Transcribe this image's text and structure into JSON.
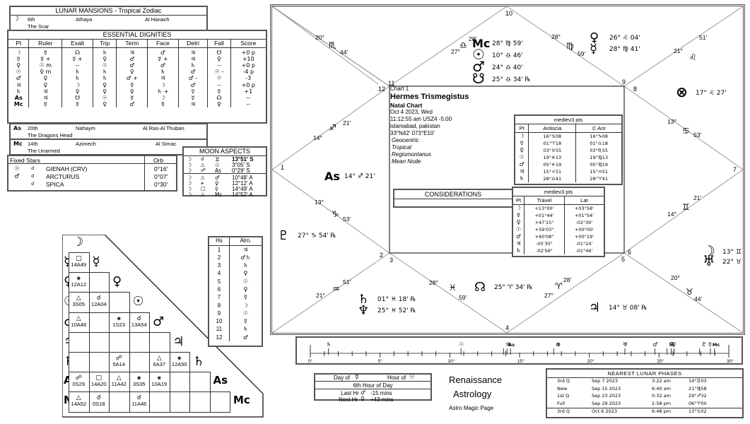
{
  "lunar_mansions": {
    "title": "LUNAR MANSIONS - Tropical Zodiac",
    "rows": [
      {
        "glyph": "☽",
        "num": "6th",
        "name": "Athaya",
        "star": "Al Hanach",
        "desc": "The Scar"
      },
      {
        "glyph": "As",
        "num": "20th",
        "name": "Nahaym",
        "star": "Al Ras-Al Thuban",
        "desc": "The Dragons Head"
      },
      {
        "glyph": "Mc",
        "num": "14th",
        "name": "Azimech",
        "star": "Al Simac",
        "desc": "The Unarmed"
      }
    ]
  },
  "essential_dignities": {
    "title": "ESSENTIAL DIGNITIES",
    "headers": [
      "Pt",
      "Ruler",
      "Exalt",
      "Trip",
      "Term",
      "Face",
      "Detri",
      "Fall",
      "Score"
    ],
    "rows": [
      [
        "☽",
        "☿",
        "☊",
        "♄",
        "♃",
        "♂",
        "♃",
        "☋",
        "+0 p"
      ],
      [
        "☿",
        "☿ +",
        "☿ +",
        "♀",
        "♂",
        "☿ +",
        "♃",
        "♀",
        "+10"
      ],
      [
        "♀",
        "☉ m",
        "--",
        "☉",
        "♂",
        "♂",
        "♄",
        "--",
        "+0 p"
      ],
      [
        "☉",
        "♀ m",
        "♄",
        "♄",
        "♀",
        "♄",
        "♂",
        "☉ -",
        "-4 p"
      ],
      [
        "♂",
        "♀",
        "♄",
        "♄",
        "♂ +",
        "♃",
        "♂ -",
        "☉",
        "-3"
      ],
      [
        "♃",
        "♀",
        "☽",
        "♀",
        "☿",
        "☽",
        "♂",
        "--",
        "+0 p"
      ],
      [
        "♄",
        "♃",
        "♀",
        "♀",
        "♀",
        "♄ +",
        "☿",
        "☿",
        "+1"
      ],
      [
        "As",
        "♃",
        "☋",
        "☉",
        "☿",
        "☽",
        "☿",
        "☊",
        "--"
      ],
      [
        "Mc",
        "☿",
        "☿",
        "♀",
        "♂",
        "☿",
        "♃",
        "♀",
        "--"
      ]
    ]
  },
  "fixed_stars": {
    "title": "Fixed Stars",
    "orb_label": "Orb",
    "rows": [
      {
        "planet": "☉",
        "aspect": "☌",
        "star": "GIENAH (CRV)",
        "orb": "0°16'"
      },
      {
        "planet": "♂",
        "aspect": "☌",
        "star": "ARCTURUS",
        "orb": "0°07'"
      },
      {
        "planet": "",
        "aspect": "☌",
        "star": "SPICA",
        "orb": "0°30'"
      }
    ]
  },
  "moon_aspects": {
    "title": "MOON ASPECTS",
    "rows": [
      {
        "p1": "☽",
        "asp": "☌",
        "p2": "♊",
        "val": "13°51' S",
        "bold": true
      },
      {
        "p1": "☽",
        "asp": "△",
        "p2": "☉",
        "val": "3°05' S"
      },
      {
        "p1": "☽",
        "asp": "☍",
        "p2": "As",
        "val": "0°29' S"
      },
      {
        "p1": "☽",
        "asp": "△",
        "p2": "♂",
        "val": "10°48' A"
      },
      {
        "p1": "☽",
        "asp": "⚹",
        "p2": "♀",
        "val": "12°12' A"
      },
      {
        "p1": "☽",
        "asp": "□",
        "p2": "☿",
        "val": "14°49' A"
      },
      {
        "p1": "☽",
        "asp": "△",
        "p2": "Mc",
        "val": "14°52' A"
      }
    ]
  },
  "aspect_grid": {
    "planets": [
      "☽",
      "☿",
      "♀",
      "☉",
      "♂",
      "♃",
      "♄",
      "As",
      "Mc"
    ],
    "cells": [
      {
        "r": 1,
        "c": 0,
        "asp": "□",
        "val": "14A49"
      },
      {
        "r": 2,
        "c": 0,
        "asp": "⚹",
        "val": "12A12"
      },
      {
        "r": 3,
        "c": 0,
        "asp": "△",
        "val": "3S05"
      },
      {
        "r": 3,
        "c": 1,
        "asp": "☌",
        "val": "12A04"
      },
      {
        "r": 4,
        "c": 0,
        "asp": "△",
        "val": "10A48"
      },
      {
        "r": 4,
        "c": 2,
        "asp": "⚹",
        "val": "1S23"
      },
      {
        "r": 4,
        "c": 3,
        "asp": "☌",
        "val": "13A54"
      },
      {
        "r": 6,
        "c": 2,
        "asp": "☍",
        "val": "5A14"
      },
      {
        "r": 6,
        "c": 4,
        "asp": "△",
        "val": "6A37"
      },
      {
        "r": 6,
        "c": 5,
        "asp": "⚹",
        "val": "12A50"
      },
      {
        "r": 7,
        "c": 0,
        "asp": "☍",
        "val": "0S29"
      },
      {
        "r": 7,
        "c": 1,
        "asp": "□",
        "val": "14A20"
      },
      {
        "r": 7,
        "c": 2,
        "asp": "△",
        "val": "11A42"
      },
      {
        "r": 7,
        "c": 3,
        "asp": "⚹",
        "val": "3S35"
      },
      {
        "r": 7,
        "c": 4,
        "asp": "⚹",
        "val": "10A19"
      },
      {
        "r": 8,
        "c": 0,
        "asp": "△",
        "val": "14A52"
      },
      {
        "r": 8,
        "c": 1,
        "asp": "☌",
        "val": "0S18"
      },
      {
        "r": 8,
        "c": 3,
        "asp": "☌",
        "val": "11A46"
      }
    ]
  },
  "almutens": {
    "headers": [
      "Hs",
      "Alm."
    ],
    "rows": [
      [
        "1",
        "♃"
      ],
      [
        "2",
        "♂♄"
      ],
      [
        "3",
        "♄"
      ],
      [
        "4",
        "♀"
      ],
      [
        "5",
        "☉"
      ],
      [
        "6",
        "♀"
      ],
      [
        "7",
        "☿"
      ],
      [
        "8",
        "☽"
      ],
      [
        "9",
        "☉"
      ],
      [
        "10",
        "☿"
      ],
      [
        "11",
        "♄"
      ],
      [
        "12",
        "♂"
      ]
    ]
  },
  "chart_info": {
    "chart_label": "Chart 1",
    "name": "Hermes Trismegistus",
    "type": "Natal Chart",
    "date": "Oct 4 2023, Wed",
    "time": "11:12:55 am  USZ4 -5:00",
    "place": "islamabad, pakistan",
    "coords": "33°N42' 073°E10'",
    "options": [
      "Geocentric",
      "Tropical",
      "Regiomontanus",
      "Mean Node"
    ]
  },
  "considerations": {
    "title": "CONSIDERATIONS",
    "text": ""
  },
  "antiscia": {
    "title": "mediev3 pts",
    "headers": [
      "Pt",
      "Antiscia",
      "C Ant"
    ],
    "rows": [
      [
        "☽",
        "16°♋08",
        "16°♑08"
      ],
      [
        "☿",
        "01°♈18",
        "01°♎18"
      ],
      [
        "♀",
        "03°♉55",
        "03°♏55"
      ],
      [
        "☉",
        "19°♓13",
        "19°♍13"
      ],
      [
        "♂",
        "05°♓19",
        "05°♍19"
      ],
      [
        "♃",
        "15°♌51",
        "15°♒51"
      ],
      [
        "♄",
        "28°♎41",
        "28°♈41"
      ]
    ]
  },
  "travel": {
    "title": "mediev3 pts",
    "headers": [
      "Pt",
      "Travel",
      "Lat"
    ],
    "rows": [
      [
        "☽",
        "+13°00'",
        "+03°58'"
      ],
      [
        "☿",
        "+01°44'",
        "+01°54'"
      ],
      [
        "♀",
        "+47'15\"",
        "-02°30'"
      ],
      [
        "☉",
        "+59'03\"",
        "+00°00'"
      ],
      [
        "♂",
        "+40'08\"",
        "+00°19'"
      ],
      [
        "♃",
        "-05'35\"",
        "-01°24'"
      ],
      [
        "♄",
        "-02'56\"",
        "-01°46'"
      ]
    ]
  },
  "house_chart": {
    "house_numbers": [
      "1",
      "2",
      "3",
      "4",
      "5",
      "6",
      "7",
      "8",
      "9",
      "10",
      "11",
      "12"
    ],
    "cusps": [
      {
        "deg": "14°",
        "sign": "♐",
        "min": "21'"
      },
      {
        "deg": "13°",
        "sign": "♑",
        "min": "53'"
      },
      {
        "deg": "21°",
        "sign": "♒",
        "min": "51'"
      },
      {
        "deg": "28°",
        "sign": "♓",
        "min": "59'"
      },
      {
        "deg": "27°",
        "sign": "♈",
        "min": "28'"
      },
      {
        "deg": "20°",
        "sign": "♉",
        "min": "44'"
      },
      {
        "deg": "14°",
        "sign": "♊",
        "min": "21'"
      },
      {
        "deg": "13°",
        "sign": "♋",
        "min": "53'"
      },
      {
        "deg": "21°",
        "sign": "♌",
        "min": "51'"
      },
      {
        "deg": "28°",
        "sign": "♍",
        "min": "59'"
      },
      {
        "deg": "27°",
        "sign": "♎",
        "min": "28'"
      },
      {
        "deg": "20°",
        "sign": "♏",
        "min": "44'"
      }
    ],
    "placements": {
      "mc_group": [
        {
          "glyph": "Mc",
          "text": "28°  ♍  59'"
        },
        {
          "glyph": "☉",
          "text": "10°  ♎  46'"
        },
        {
          "glyph": "♂",
          "text": "24°  ♎  40'"
        },
        {
          "glyph": "☋",
          "text": "25°  ♎  34'  ℞"
        }
      ],
      "venus_group": [
        {
          "glyph": "♀",
          "text": "26°  ♌  04'"
        },
        {
          "glyph": "☿",
          "text": "28°  ♍  41'"
        }
      ],
      "fortune": {
        "glyph": "⊗",
        "text": "17°  ♌  27'"
      },
      "asc": {
        "glyph": "As",
        "text": "14°  ♐  21'"
      },
      "pluto": {
        "glyph": "♇",
        "text": "27°  ♑  54'  ℞"
      },
      "moon_group": [
        {
          "glyph": "☽",
          "text": "13°  ♊  51'"
        },
        {
          "glyph": "♅",
          "text": "22°  ♉  33'  ℞"
        }
      ],
      "saturn_group": [
        {
          "glyph": "♄",
          "text": "01°  ♓  18'  ℞"
        },
        {
          "glyph": "♆",
          "text": "25°  ♓  52'  ℞"
        }
      ],
      "node": {
        "glyph": "☊",
        "text": "25°  ♈  34'  ℞"
      },
      "jupiter": {
        "glyph": "♃",
        "text": "14°  ♉  08'  ℞"
      }
    }
  },
  "degree_ruler": {
    "ticks": [
      "0°",
      "5°",
      "10°",
      "15°",
      "20°",
      "25°",
      "30°"
    ],
    "markers": [
      {
        "glyph": "♄",
        "deg": 1.3
      },
      {
        "glyph": "☉",
        "deg": 10.8
      },
      {
        "glyph": "☽",
        "deg": 13.85
      },
      {
        "glyph": "♃",
        "deg": 14.1
      },
      {
        "glyph": "As",
        "deg": 14.35
      },
      {
        "glyph": "⊗",
        "deg": 17.45
      },
      {
        "glyph": "♅",
        "deg": 22.55
      },
      {
        "glyph": "♂",
        "deg": 24.7
      },
      {
        "glyph": "☊",
        "deg": 25.57
      },
      {
        "glyph": "♆",
        "deg": 25.87
      },
      {
        "glyph": "♀",
        "deg": 26.07
      },
      {
        "glyph": "♇",
        "deg": 27.9
      },
      {
        "glyph": "☿",
        "deg": 28.68
      },
      {
        "glyph": "Mc",
        "deg": 28.98
      }
    ]
  },
  "planetary_hours": {
    "day_of_label": "Day of",
    "day_of_glyph": "☿",
    "hour_of_label": "Hour of",
    "hour_of_glyph": "☉",
    "hour_text": "6th Hour of Day",
    "last_hr": {
      "label": "Last Hr",
      "glyph": "♂",
      "value": "-15 mins"
    },
    "next_hr": {
      "label": "Next Hr",
      "glyph": "♀",
      "value": "+43 mins"
    }
  },
  "branding": {
    "line1": "Renaissance",
    "line2": "Astrology",
    "line3": "Astro Magic Page"
  },
  "lunar_phases": {
    "title": "NEAREST LUNAR PHASES",
    "rows": [
      [
        "3rd Q",
        "Sep 7 2023",
        "3:22 am",
        "14°♊03"
      ],
      [
        "New",
        "Sep 15 2023",
        "6:40 am",
        "21°♍58"
      ],
      [
        "1st Q",
        "Sep 23 2023",
        "0:32 am",
        "29°♐32"
      ],
      [
        "Full",
        "Sep 29 2023",
        "2:58 pm",
        "06°♈00"
      ],
      [
        "3rd Q",
        "Oct 6 2023",
        "6:48 pm",
        "13°♋02"
      ]
    ]
  }
}
